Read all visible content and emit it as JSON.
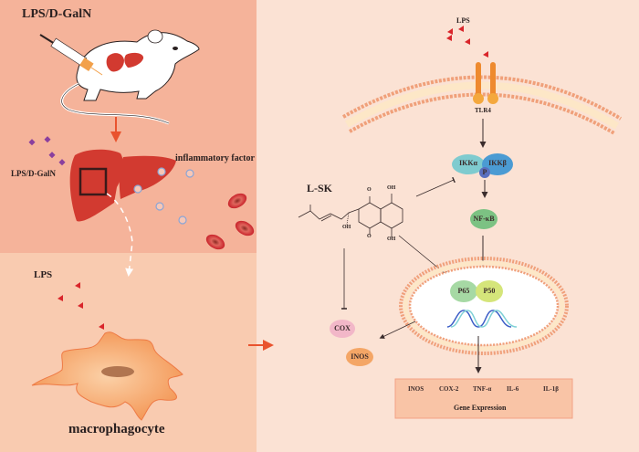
{
  "panels": {
    "in_vivo": {
      "title": "LPS/D-GalN",
      "liver_label": "LPS/D-GalN",
      "inflammatory_label": "inflammatory factor"
    },
    "macrophage": {
      "lps_label": "LPS",
      "cell_label": "macrophagocyte"
    },
    "pathway": {
      "lps_label": "LPS",
      "receptor_label": "TLR4",
      "ikk_alpha": "IKKα",
      "ikk_beta": "IKKβ",
      "phospho": "P",
      "nfkb": "NF-κB",
      "compound_label": "L-SK",
      "compound_groups": {
        "o_top": "O",
        "oh_top": "OH",
        "o_bottom": "O",
        "oh_bottom": "OH",
        "oh_chain": "OH"
      },
      "p65": "P65",
      "p50": "P50",
      "cox": "COX",
      "inos": "INOS",
      "gene_box": {
        "genes": [
          "INOS",
          "COX-2",
          "TNF-α",
          "IL-6",
          "IL-1β"
        ],
        "title": "Gene Expression"
      }
    }
  },
  "colors": {
    "panel_top": "#f5b39a",
    "panel_bottom": "#f9cbb0",
    "panel_right": "#fbe2d4",
    "liver": "#d23a30",
    "arrow_orange": "#e9532e",
    "lps_red": "#d9262b",
    "ikk_alpha": "#7fcbcf",
    "ikk_beta": "#4b9bd3",
    "phospho": "#5a6fbf",
    "nfkb": "#7cc283",
    "p65": "#a6d9a4",
    "p50": "#d5e57a",
    "cox": "#f2b7c8",
    "inos": "#f4a666",
    "gene_box": "#f9c4a6",
    "membrane": "#f0a07a"
  }
}
